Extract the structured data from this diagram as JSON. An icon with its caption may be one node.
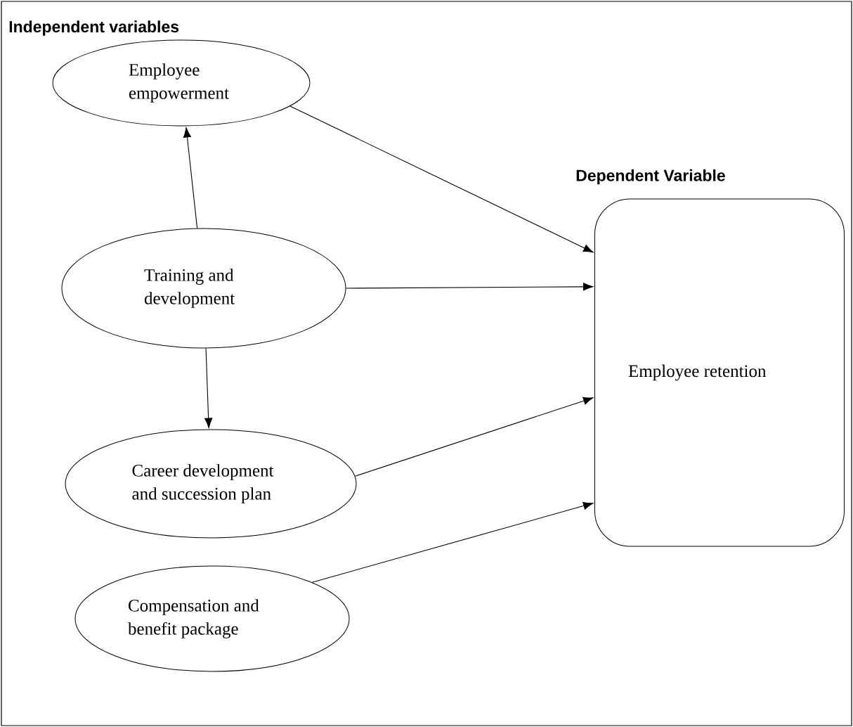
{
  "diagram": {
    "nodes": [
      {
        "text": [
          "Employee empowerment"
        ]
      },
      {
        "text": [
          "Training and development"
        ]
      },
      {
        "text": [
          "Career development and succession plan"
        ]
      },
      {
        "text": [
          "Compensation and benefit package"
        ]
      },
      {
        "text": [
          "Employee retention"
        ],
        "beside": [
          "Dependent Variable"
        ]
      }
    ],
    "edges": [
      {
        "from": 0,
        "to": 4,
        "arrow": "to"
      },
      {
        "from": 1,
        "to": 4,
        "arrow": "to"
      },
      {
        "from": 2,
        "to": 4,
        "arrow": "to"
      },
      {
        "from": 3,
        "to": 4,
        "arrow": "to"
      },
      {
        "from": 1,
        "to": 0,
        "arrow": "to"
      },
      {
        "from": 1,
        "to": 2,
        "arrow": "to"
      }
    ],
    "labels": [
      "Independent variables"
    ]
  }
}
